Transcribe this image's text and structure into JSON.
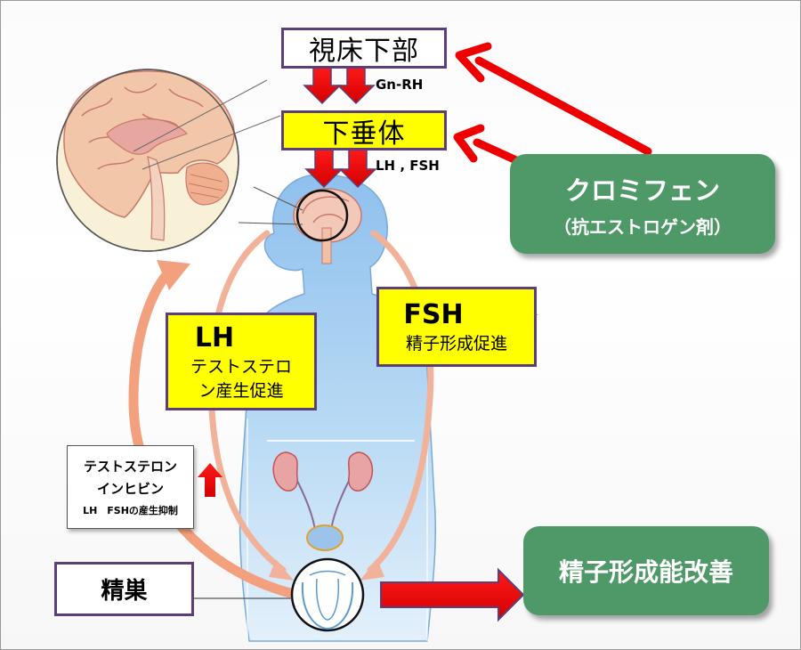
{
  "hypothalamus": "視床下部",
  "pituitary": "下垂体",
  "gnrh": "Gn-RH",
  "lh_fsh": "LH , FSH",
  "clomiphene": {
    "title": "クロミフェン",
    "subtitle": "（抗エストロゲン剤）"
  },
  "lh_box": {
    "title": "LH",
    "line1": "テストステロ",
    "line2": "ン産生促進"
  },
  "fsh_box": {
    "title": "FSH",
    "line1": "精子形成促進"
  },
  "feedback_box": {
    "line1": "テストステロン",
    "line2": "インヒビン",
    "line3": "LH　FSHの産生抑制"
  },
  "testis": "精巣",
  "outcome": "精子形成能改善",
  "colors": {
    "yellow": "#ffff00",
    "border": "#5a3f7a",
    "green": "#4f9968",
    "red": "#ee0000",
    "body": "#a9cff0",
    "loop": "#f2a07d"
  }
}
